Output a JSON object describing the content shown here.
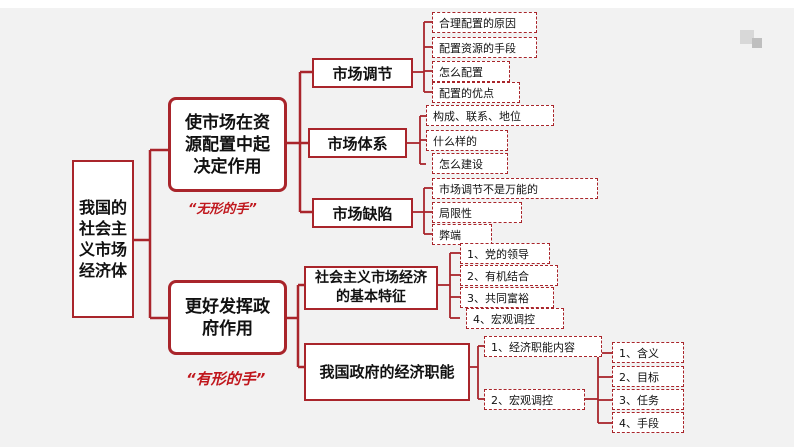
{
  "root": "我国的社会主义市场经济体",
  "branch_top": {
    "title": "使市场在资源配置中起决定作用",
    "tag": "“无形的手”",
    "subs": [
      {
        "title": "市场调节",
        "leaves": [
          "合理配置的原因",
          "配置资源的手段",
          "怎么配置",
          "配置的优点"
        ]
      },
      {
        "title": "市场体系",
        "leaves": [
          "构成、联系、地位",
          "什么样的",
          "怎么建设"
        ]
      },
      {
        "title": "市场缺陷",
        "leaves": [
          "市场调节不是万能的",
          "局限性",
          "弊端"
        ]
      }
    ]
  },
  "branch_bottom": {
    "title": "更好发挥政府作用",
    "tag": "“有形的手”",
    "subs": [
      {
        "title": "社会主义市场经济的基本特征",
        "leaves": [
          "1、党的领导",
          "2、有机结合",
          "3、共同富裕",
          "4、宏观调控"
        ]
      },
      {
        "title": "我国政府的经济职能",
        "leaves": [
          "1、经济职能内容",
          "2、宏观调控"
        ],
        "sub_leaves": [
          "1、含义",
          "2、目标",
          "3、任务",
          "4、手段"
        ]
      }
    ]
  },
  "colors": {
    "accent": "#a9252b",
    "tag_red": "#c0171d",
    "background": "#f2f2f2"
  }
}
